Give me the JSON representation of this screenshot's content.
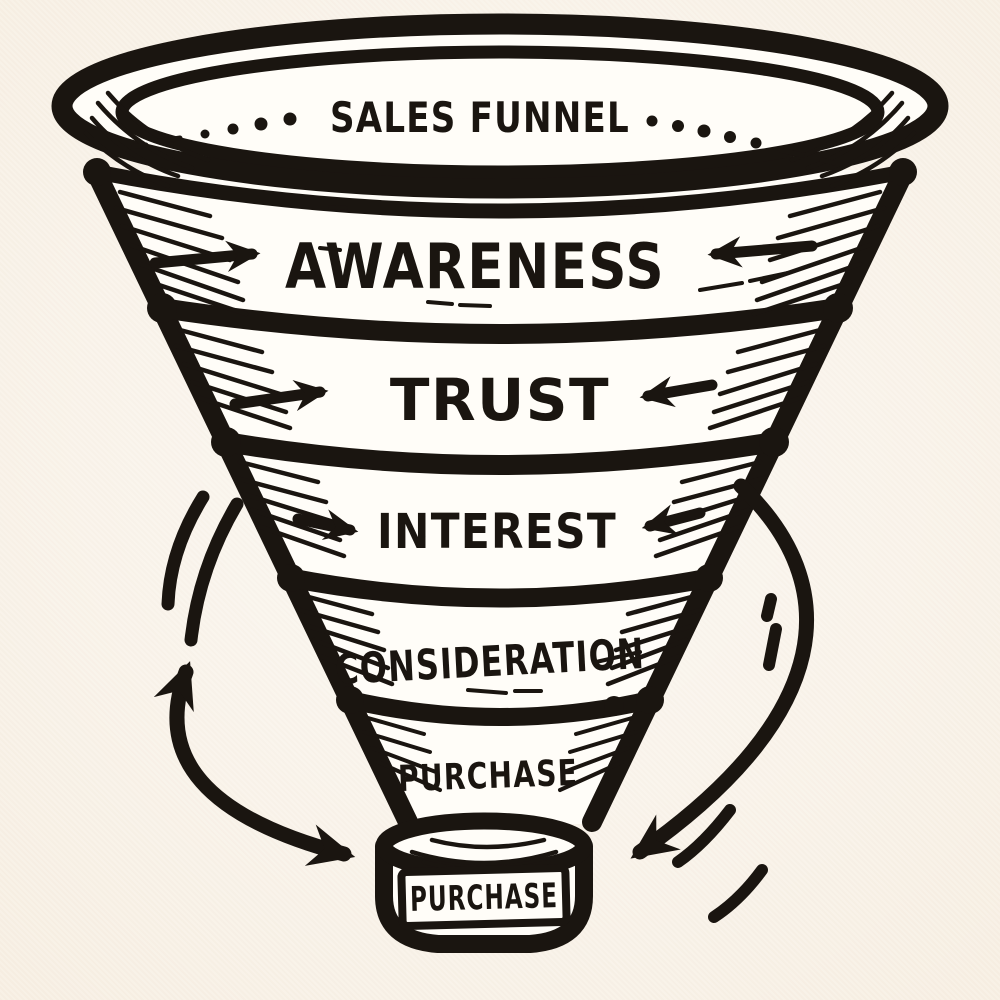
{
  "diagram": {
    "type": "funnel",
    "style": "hand-drawn black ink sketch on cream paper",
    "title": "SALES FUNNEL",
    "stages": [
      {
        "order": 1,
        "label": "AWARENESS",
        "arrows": "inward-pair"
      },
      {
        "order": 2,
        "label": "TRUST",
        "arrows": "inward-pair"
      },
      {
        "order": 3,
        "label": "INTEREST",
        "arrows": "inward-pair"
      },
      {
        "order": 4,
        "label": "CONSIDERATION",
        "arrows": "none"
      },
      {
        "order": 5,
        "label": "PURCHASE",
        "arrows": "none"
      }
    ],
    "outlet": {
      "label": "PURCHASE"
    },
    "side_flow": {
      "left": "curved double-headed arrow pointing up and toward the funnel outlet",
      "right": "curved arrow sweeping down toward the funnel outlet"
    },
    "colors": {
      "ink": "#1a1510",
      "paper": "#fffdf8",
      "background": "#f8f1e6"
    }
  }
}
